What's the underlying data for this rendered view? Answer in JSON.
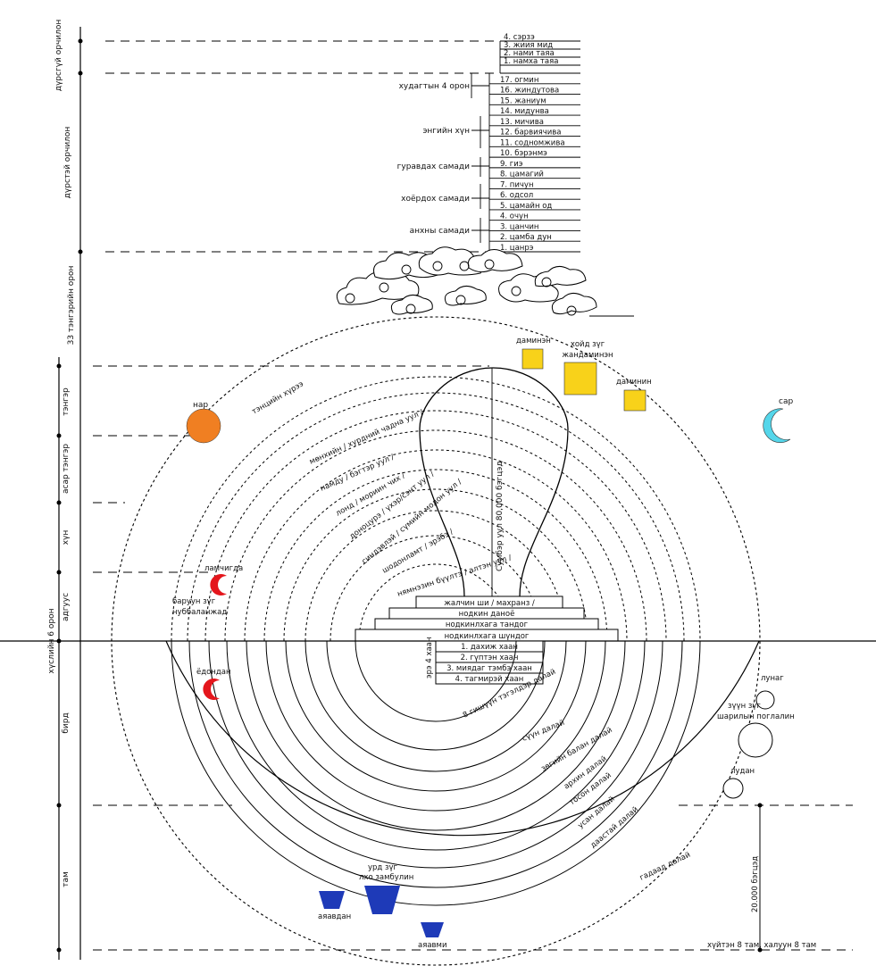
{
  "side_labels": [
    "дүрсгүй орчилон",
    "дүрстэй орчилон",
    "33 тэнгэрийн орон",
    "тэнгэр",
    "асар тэнгэр",
    "хүн",
    "адгуус",
    "хүслийн 6 орон",
    "бирд",
    "там"
  ],
  "heaven_levels": {
    "formless": [
      "4. сэрзэ",
      "3. жиия мид",
      "2. нами таяа",
      "1. намха таяа"
    ],
    "form": [
      "17. огмин",
      "16. жиндутова",
      "15. жаниум",
      "14. мидунва",
      "13. мичива",
      "12. барвиячива",
      "11. содномжива",
      "10. бэрэнмэ",
      "9. гиэ",
      "8. цамагий",
      "7. пичун",
      "6. одсол",
      "5. цамайн од",
      "4. очун",
      "3. цанчин",
      "2. цамба дун",
      "1. цанрэ"
    ]
  },
  "groups": [
    "худагтын 4 орон",
    "энгийн хүн",
    "гуравдах самади",
    "хоёрдох самади",
    "анхны самади"
  ],
  "stack": [
    "жалчин ши / махранз /",
    "нодкин даноё",
    "нодкинлхага тандог",
    "нодкинлхага шүндог"
  ],
  "kings_title": "эрэ 4 хаан",
  "kings": [
    "1. дахиж хаан",
    "2. гүптэн хаан",
    "3. миядаг тэмбэ хаан",
    "4. тагмирэй хаан"
  ],
  "mountain_label": "Сумбэр уул 80,000 бэгцэд",
  "ring_labels": [
    "мөнхийн / хурдний чадна уул /",
    "намду / бэгтэр уул /",
    "лонд / мориин чих /",
    "доноцурэ / үхэр/сэнт уул /",
    "синдэвлэй / сүмийн модон уул /",
    "шодонламт / эрэбэ /",
    "нямнэзин бүүлтэ / алтэн уул /"
  ],
  "seas": [
    "8 гишүүн тэгэлдэр далай",
    "сүүн далай",
    "зөгийн балан далай",
    "архин далай",
    "тосон далай",
    "усан далай",
    "даастай далай",
    "гадаад далай"
  ],
  "sky_labels": {
    "sun_path": "тэнцийн хүрээ",
    "sun": "нар",
    "moon": "сар"
  },
  "north": {
    "top": "даминэн",
    "main1": "хойд зүг",
    "main2": "жандаминэн",
    "right": "даминин"
  },
  "west": {
    "top": "ламчигда",
    "main1": "баруун зүг",
    "main2": "нуббаланжад",
    "bottom": "ёдондан"
  },
  "east": {
    "top": "лунаг",
    "main1": "зүүн зүг",
    "main2": "шарилын поглалин",
    "bottom": "лудан"
  },
  "south": {
    "main1": "урд зүг",
    "main2": "лхо замбулин",
    "left": "аяавдан",
    "bottom": "аяавми"
  },
  "depth": "20.000 бэгцэд",
  "hells": "хүйтэн 8 там, халуун 8 там",
  "colors": {
    "sun": "#f07f22",
    "moon": "#55d6ea",
    "north": "#f8d21a",
    "west": "#e4161c",
    "south": "#1e3ab8"
  }
}
